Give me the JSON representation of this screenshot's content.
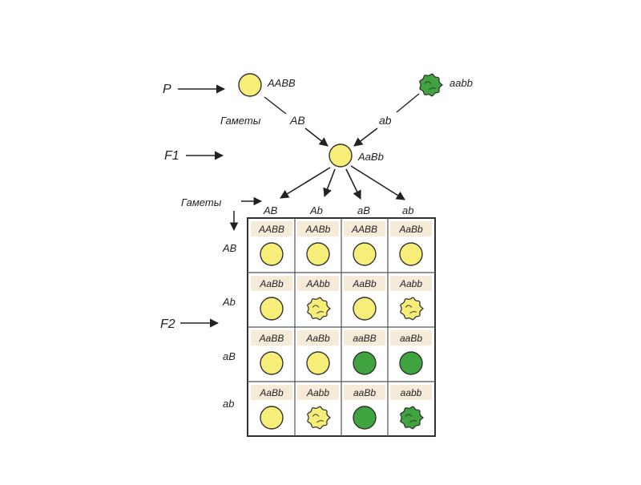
{
  "labels": {
    "p": "P",
    "f1": "F1",
    "f2": "F2",
    "gametes_top": "Гаметы",
    "gametes_mid": "Гаметы"
  },
  "parents": {
    "left_genotype": "AABB",
    "right_genotype": "aabb",
    "left_gamete": "AB",
    "right_gamete": "ab"
  },
  "f1": {
    "genotype": "AaBb"
  },
  "gametes": [
    "AB",
    "Ab",
    "aB",
    "ab"
  ],
  "grid": [
    [
      {
        "genotype": "AABB",
        "phenotype": "yellow-smooth"
      },
      {
        "genotype": "AABb",
        "phenotype": "yellow-smooth"
      },
      {
        "genotype": "AABB",
        "phenotype": "yellow-smooth"
      },
      {
        "genotype": "AaBb",
        "phenotype": "yellow-smooth"
      }
    ],
    [
      {
        "genotype": "AaBb",
        "phenotype": "yellow-smooth"
      },
      {
        "genotype": "AAbb",
        "phenotype": "yellow-wrinkled"
      },
      {
        "genotype": "AaBb",
        "phenotype": "yellow-smooth"
      },
      {
        "genotype": "Aabb",
        "phenotype": "yellow-wrinkled"
      }
    ],
    [
      {
        "genotype": "AaBB",
        "phenotype": "yellow-smooth"
      },
      {
        "genotype": "AaBb",
        "phenotype": "yellow-smooth"
      },
      {
        "genotype": "aaBB",
        "phenotype": "green-smooth"
      },
      {
        "genotype": "aaBb",
        "phenotype": "green-smooth"
      }
    ],
    [
      {
        "genotype": "AaBb",
        "phenotype": "yellow-smooth"
      },
      {
        "genotype": "Aabb",
        "phenotype": "yellow-wrinkled"
      },
      {
        "genotype": "aaBb",
        "phenotype": "green-smooth"
      },
      {
        "genotype": "aabb",
        "phenotype": "green-wrinkled"
      }
    ]
  ],
  "colors": {
    "yellow": "#f7ee7a",
    "green": "#3fa33f",
    "header_band": "#f6ead8",
    "outline": "#333333",
    "arrow": "#222222"
  }
}
